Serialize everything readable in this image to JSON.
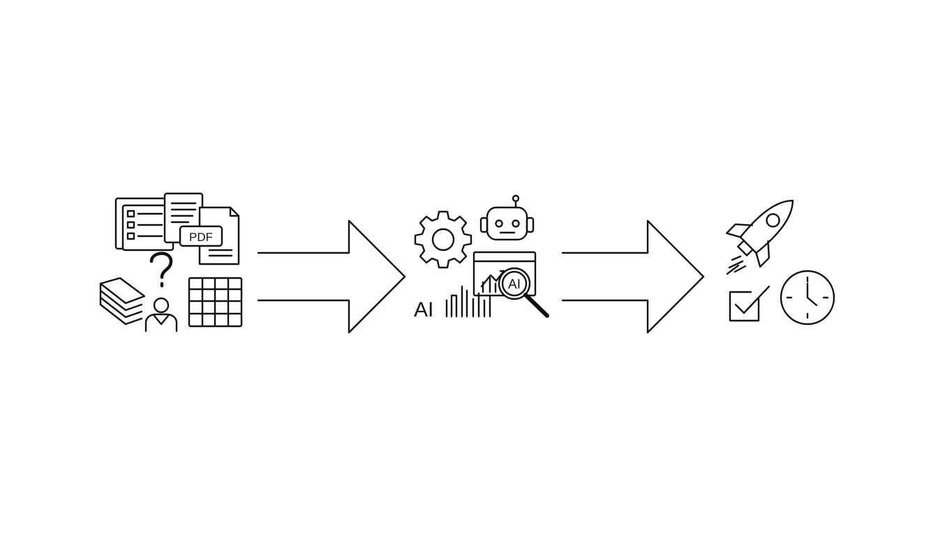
{
  "diagram": {
    "stages": [
      {
        "id": "inputs",
        "icons": [
          "list-document-icon",
          "text-document-icon",
          "pdf-document-icon",
          "question-mark-icon",
          "paper-stack-icon",
          "person-icon",
          "spreadsheet-grid-icon"
        ],
        "pdf_label": "PDF"
      },
      {
        "id": "ai-processing",
        "icons": [
          "gear-icon",
          "robot-icon",
          "chart-window-icon",
          "magnifier-ai-icon",
          "bar-chart-icon"
        ],
        "ai_text": "AI",
        "magnifier_label": "AI"
      },
      {
        "id": "results",
        "icons": [
          "rocket-icon",
          "checkbox-icon",
          "clock-icon"
        ]
      }
    ],
    "connectors": [
      "arrow-right-icon",
      "arrow-right-icon"
    ],
    "colors": {
      "stroke": "#111111",
      "background": "#ffffff"
    }
  }
}
